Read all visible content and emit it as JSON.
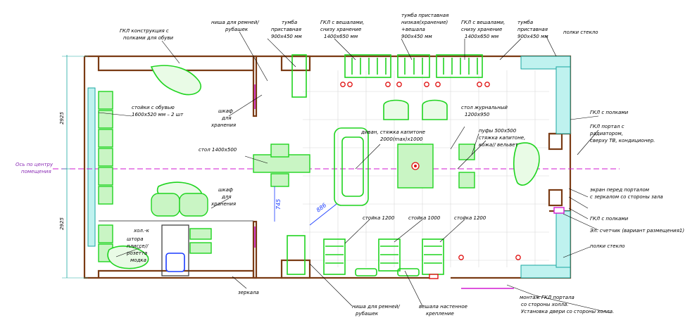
{
  "labels": {
    "gkl_shelves_shoes": "ГКЛ конструкция с",
    "gkl_shelves_shoes2": "полками для обуви",
    "niche_belts_top": "ниша для ремней/",
    "niche_belts_top2": "рубашек",
    "stand_top_left": "тумба",
    "stand_top_left2": "приставная",
    "stand_top_left3": "900х450 мм",
    "gkl_hangers_1": "ГКЛ с вешалами,",
    "gkl_hangers_1b": "снизу хранение",
    "gkl_hangers_1c": "1400х650 мм",
    "stand_low": "тумба приставная",
    "stand_low2": "низкая(хранение)",
    "stand_low3": "+вешала",
    "stand_low4": "900х450 мм",
    "gkl_hangers_2": "ГКЛ с вешалами,",
    "gkl_hangers_2b": "снизу хранение",
    "gkl_hangers_2c": "1400х650 мм",
    "stand_top_right": "тумба",
    "stand_top_right2": "приставная",
    "stand_top_right3": "900х450 мм",
    "glass_shelves_top": "полки стекло",
    "shoe_racks": "стойки с обувью",
    "shoe_racks2": "1600х520 мм – 2 шт",
    "cabinet_top": "шкаф",
    "cabinet_top2": "для",
    "cabinet_top3": "хранения",
    "magazine_table": "стол журнальный",
    "magazine_table2": "1200х950",
    "sofa": "диван, стяжка капитоне",
    "sofa2": "2000(max)х1000",
    "poufs": "пуфы 500х500",
    "poufs2": "стяжка капитоне,",
    "poufs3": "кожа// вельвет",
    "gkl_with_shelves_r1": "ГКЛ с полками",
    "gkl_portal": "ГКЛ портал с",
    "gkl_portal2": "радиатором,",
    "gkl_portal3": "сверху ТВ, кондиционер.",
    "axis": "Ось по центру",
    "axis2": "помещения",
    "table": "стол 1400х500",
    "screen": "экран перед порталом",
    "screen2": "с зеркалом со стороны зала",
    "cabinet_bottom": "шкаф",
    "cabinet_bottom2": "для",
    "cabinet_bottom3": "хранения",
    "gkl_with_shelves_r2": "ГКЛ с полками",
    "rack_1200a": "стойка 1200",
    "rack_1000": "стойка 1000",
    "rack_1200b": "стойка 1200",
    "electric_meter": "Эл. счетчик (вариант размещения1)",
    "fridge": "хол.-к",
    "curtain": "штора",
    "curtain2": "плиссе//",
    "curtain3": "розетта",
    "curtain4": "модка",
    "glass_shelves_bottom": "полки стекло",
    "mirrors": "зеркала",
    "niche_belts_bottom": "ниша для ремней/",
    "niche_belts_bottom2": "рубашек",
    "wall_hanger": "вешала настенное",
    "wall_hanger2": "крепление",
    "portal_mount": "монтаж ГКЛ портала",
    "portal_mount2": "со стороны холла.",
    "portal_mount3": "Установка двери со стороны холла."
  },
  "dimensions": {
    "left_top": "2925",
    "left_bottom": "2925",
    "d745": "745",
    "d886": "886"
  },
  "colors": {
    "wall": "#7a3b14",
    "furniture": "#1fd41f",
    "furniture_fill": "#c9f5c4",
    "glass": "#bff2ef",
    "axis": "#d21ad2",
    "dimension": "#1a3cff",
    "socket": "#e01010"
  }
}
